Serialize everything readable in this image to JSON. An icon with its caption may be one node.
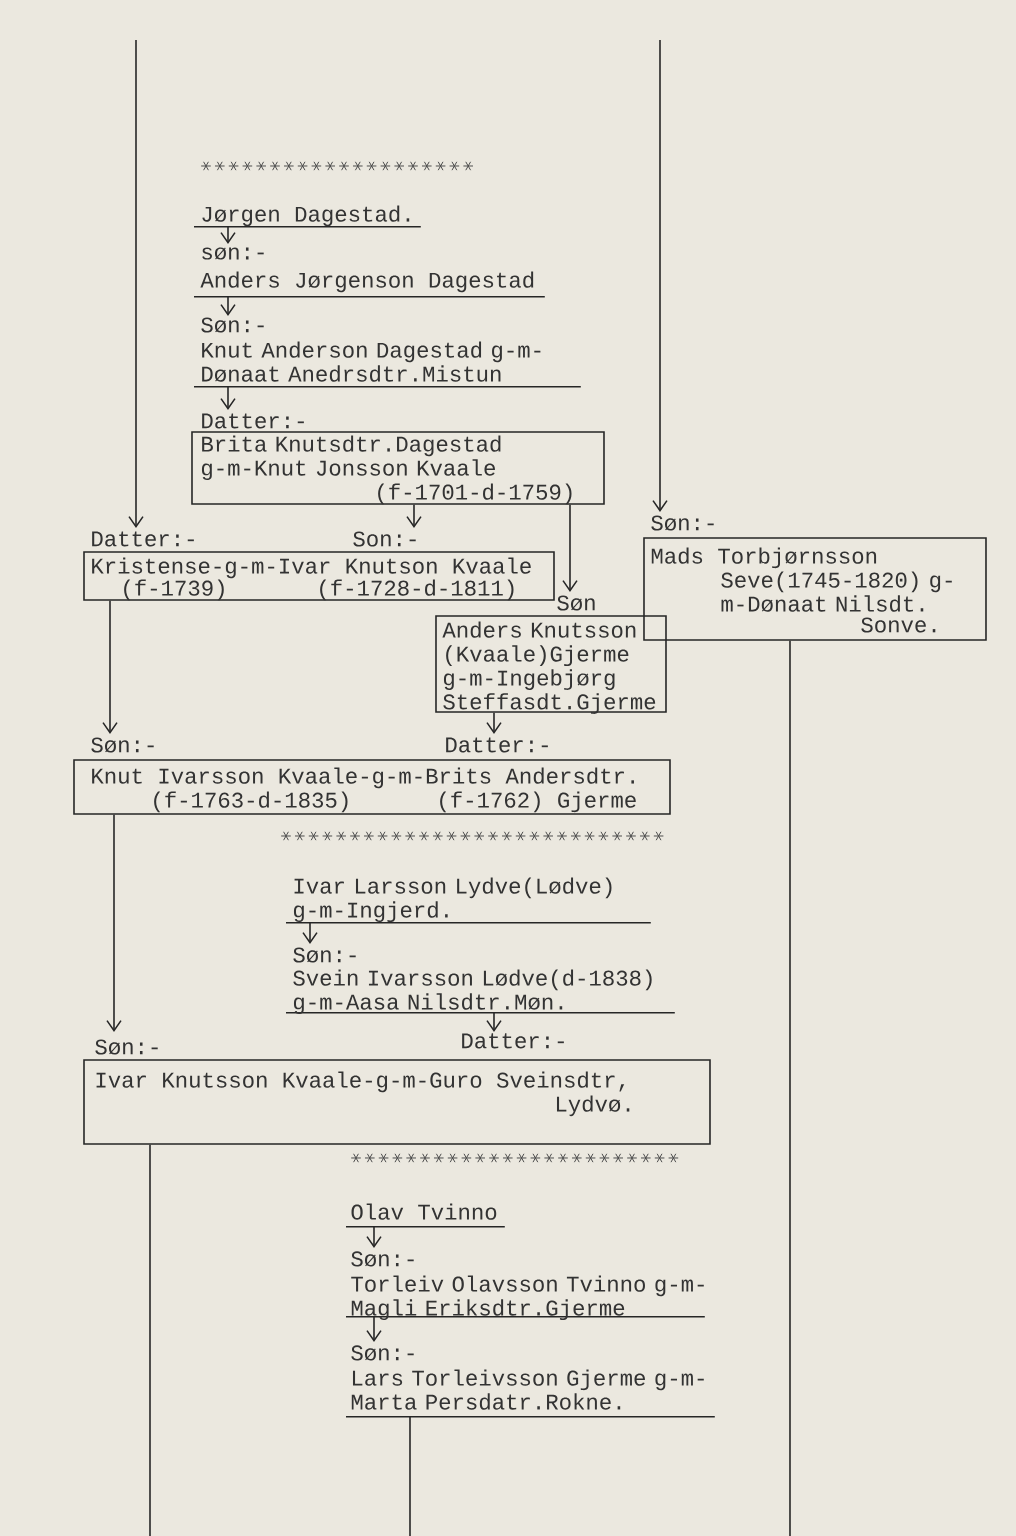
{
  "diagram": {
    "nodes": [
      {
        "text": [
          "Jørgen Dagestad."
        ]
      },
      {
        "text": [
          "søn:-",
          "Anders Jørgenson Dagestad"
        ]
      },
      {
        "text": [
          "Søn:-",
          "Knut Anderson Dagestad g-m-Dønaat Anedrsdtr.Mistun"
        ]
      },
      {
        "text": [
          "Datter:-",
          "Brita Knutsdtr.Dagestad g-m-Knut Jonsson Kvaale",
          "(f-1701-d-1759)"
        ]
      },
      {
        "text": [
          "Datter:-",
          "Son:-",
          "Kristense-g-m-Ivar Knutson Kvaale",
          "(f-1739)",
          "(f-1728-d-1811)"
        ]
      },
      {
        "text": [
          "Søn",
          "Anders Knutsson (Kvaale)Gjerme g-m-Ingebjørg Steffasdt.Gjerme"
        ]
      },
      {
        "text": [
          "Søn:-",
          "Mads Torbjørnsson",
          "Seve(1745-1820) g-m-Dønaat Nilsdt.",
          "Sonve."
        ]
      },
      {
        "text": [
          "Søn:-",
          "Datter:-",
          "Knut Ivarsson Kvaale-g-m-Brits Andersdtr.",
          "(f-1763-d-1835)",
          "(f-1762) Gjerme"
        ]
      },
      {
        "text": [
          "Ivar Larsson Lydve(Lødve) g-m-Ingjerd."
        ]
      },
      {
        "text": [
          "Søn:-",
          "Svein Ivarsson Lødve(d-1838) g-m-Aasa Nilsdtr.Møn."
        ]
      },
      {
        "text": [
          "Søn:-",
          "Datter:-",
          "Ivar Knutsson Kvaale-g-m-Guro Sveinsdtr,",
          "Lydvø."
        ]
      },
      {
        "text": [
          "Olav Tvinno"
        ]
      },
      {
        "text": [
          "Søn:-",
          "Torleiv Olavsson Tvinno g-m-Magli Eriksdtr.Gjerme"
        ]
      },
      {
        "text": [
          "Søn:-",
          "Lars Torleivsson Gjerme g-m-Marta Persdatr.Rokne."
        ]
      }
    ],
    "edges": [
      {
        "from": null,
        "to": 4,
        "arrow": "to"
      },
      {
        "from": 0,
        "to": 1,
        "arrow": "to"
      },
      {
        "from": 1,
        "to": 2,
        "arrow": "to"
      },
      {
        "from": 2,
        "to": 3,
        "arrow": "to"
      },
      {
        "from": 3,
        "to": 4,
        "arrow": "to"
      },
      {
        "from": 3,
        "to": 5,
        "arrow": "to"
      },
      {
        "from": null,
        "to": 6,
        "arrow": "to"
      },
      {
        "from": 4,
        "to": 7,
        "arrow": "to"
      },
      {
        "from": 5,
        "to": 7,
        "arrow": "to"
      },
      {
        "from": 7,
        "to": 10,
        "arrow": "to"
      },
      {
        "from": 8,
        "to": 9,
        "arrow": "to"
      },
      {
        "from": 9,
        "to": 10,
        "arrow": "to"
      },
      {
        "from": 6,
        "to": null,
        "arrow": "none"
      },
      {
        "from": 10,
        "to": null,
        "arrow": "none"
      },
      {
        "from": 11,
        "to": 12,
        "arrow": "to"
      },
      {
        "from": 12,
        "to": 13,
        "arrow": "to"
      },
      {
        "from": 13,
        "to": null,
        "arrow": "none"
      }
    ]
  }
}
